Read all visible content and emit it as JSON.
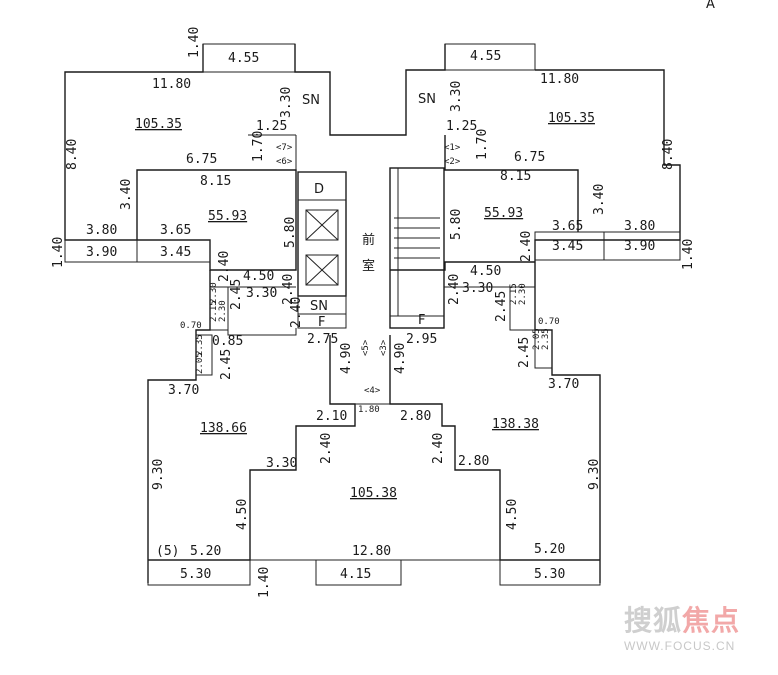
{
  "corner_mark": "A",
  "top_left": {
    "d_140": "1.40",
    "d_455": "4.55",
    "d_1180": "11.80",
    "sn": "SN",
    "d_330": "3.30",
    "area_10535": "105.35",
    "d_125": "1.25",
    "d_170": "1.70",
    "d_840": "8.40",
    "mark_7": "<7>",
    "mark_6": "<6>",
    "d_675": "6.75",
    "d_815": "8.15",
    "d_340": "3.40",
    "area_5593": "55.93",
    "d_380": "3.80",
    "d_365": "3.65",
    "d_390": "3.90",
    "d_345": "3.45",
    "d_140b": "1.40"
  },
  "top_right": {
    "d_455": "4.55",
    "d_1180": "11.80",
    "sn": "SN",
    "d_330": "3.30",
    "area_10535": "105.35",
    "d_125": "1.25",
    "d_170": "1.70",
    "mark_1": "<1>",
    "mark_2": "<2>",
    "d_675": "6.75",
    "d_815": "8.15",
    "d_840": "8.40",
    "d_340": "3.40",
    "area_5593": "55.93",
    "d_365": "3.65",
    "d_380": "3.80",
    "d_240": "2.40",
    "d_345": "3.45",
    "d_390": "3.90",
    "d_140": "1.40"
  },
  "core": {
    "d_label": "D",
    "sn": "SN",
    "d_580l": "5.80",
    "d_580r": "5.80",
    "front_room_1": "前",
    "front_room_2": "室",
    "f_left": "F",
    "f_right": "F",
    "d_240l": "2.40",
    "d_240r": "2.40",
    "d_450l": "4.50",
    "d_330l": "3.30",
    "d_450r": "4.50",
    "d_330r": "3.30",
    "d_240l2": "2.40",
    "d_240r2": "2.40",
    "d_275": "2.75",
    "d_295": "2.95",
    "mark_5": "<5>",
    "mark_3": "<3>",
    "mark_4": "<4>",
    "d_490l": "4.90",
    "d_490r": "4.90",
    "d_180": "1.80"
  },
  "left_small": {
    "s_230": "2.30",
    "s_215": "2.15",
    "s_230b": "2.30",
    "d_245": "2.45",
    "d_070": "0.70",
    "d_085": "0.85",
    "s_235": "2.35",
    "s_205": "2.05",
    "d_245b": "2.45"
  },
  "right_small": {
    "s_215": "2.15",
    "s_230": "2.30",
    "d_245": "2.45",
    "d_070": "0.70",
    "s_205": "2.05",
    "s_235": "2.35",
    "d_245b": "2.45"
  },
  "bottom": {
    "d_370l": "3.70",
    "area_13866": "138.66",
    "d_210": "2.10",
    "d_280m": "2.80",
    "area_13838": "138.38",
    "d_370r": "3.70",
    "d_240l": "2.40",
    "d_240r": "2.40",
    "d_330": "3.30",
    "d_280r": "2.80",
    "area_10538": "105.38",
    "d_930l": "9.30",
    "d_930r": "9.30",
    "d_450l": "4.50",
    "d_450r": "4.50",
    "mark_5b": "(5)",
    "d_520l": "5.20",
    "d_1280": "12.80",
    "d_520r": "5.20",
    "d_530l": "5.30",
    "d_415": "4.15",
    "d_530r": "5.30",
    "d_140": "1.40"
  },
  "watermark": {
    "logo_grey": "搜狐",
    "logo_red": "焦点",
    "url": "WWW.FOCUS.CN"
  }
}
